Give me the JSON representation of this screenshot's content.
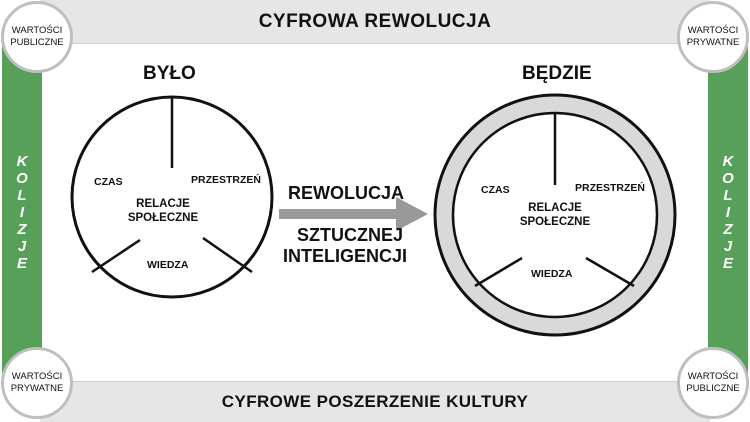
{
  "title_top": "CYFROWA REWOLUCJA",
  "title_bottom": "CYFROWE POSZERZENIE KULTURY",
  "side_label": "KOLIZJE",
  "corners": {
    "top_left": "WARTOŚCI PUBLICZNE",
    "top_right": "WARTOŚCI PRYWATNE",
    "bottom_left": "WARTOŚCI PRYWATNE",
    "bottom_right": "WARTOŚCI PUBLICZNE"
  },
  "left_diagram": {
    "heading": "BYŁO",
    "segments": {
      "time": "CZAS",
      "space": "PRZESTRZEŃ",
      "knowledge": "WIEDZA"
    },
    "center": "RELACJE SPOŁECZNE"
  },
  "right_diagram": {
    "heading": "BĘDZIE",
    "segments": {
      "time": "CZAS",
      "space": "PRZESTRZEŃ",
      "knowledge": "WIEDZA"
    },
    "center": "RELACJE SPOŁECZNE"
  },
  "arrow": {
    "line1": "REWOLUCJA",
    "line2": "SZTUCZNEJ",
    "line3": "INTELIGENCJI"
  },
  "colors": {
    "side_bar": "#57a05a",
    "band": "#e6e6e6",
    "arrow": "#999999",
    "ring": "#d9d9d9"
  },
  "icons": {
    "arrow": "right-arrow-icon"
  }
}
